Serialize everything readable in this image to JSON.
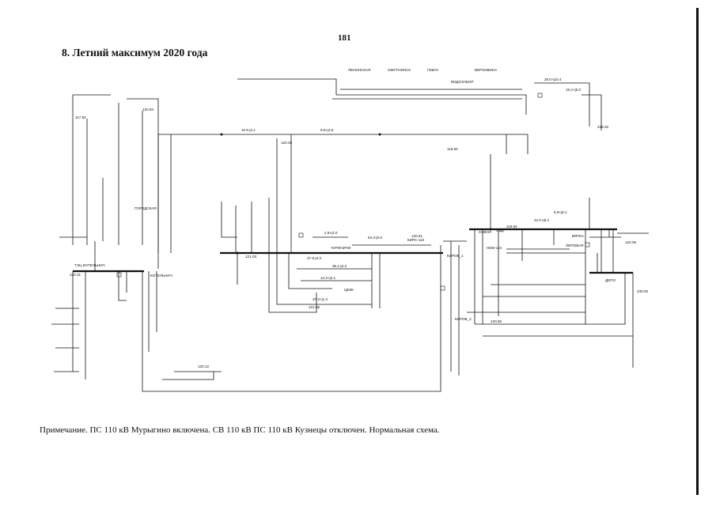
{
  "page": {
    "number": "181",
    "title": "8. Летний максимум 2020 года",
    "note": "Примечание. ПС 110 кВ Мурыгино включена. СВ 110 кВ ПС 110 кВ Кузнецы отключен. Нормальная схема."
  },
  "diagram": {
    "labels": [
      "ТЭЦ КОТЕЛЬНИЧ",
      "КОТЕЛЬНИЧ",
      "ГОРОДСКАЯ",
      "КИРС-110",
      "ЧУРИНИЧИ",
      "ЦЕКК",
      "ВЯТКА",
      "КИРОВ_2",
      "КИРОВ_1",
      "ОВД",
      "НЕМ-110",
      "ЛИПОВАЯ",
      "ДЕПО",
      "СОКОЛ",
      "ВОДОЗАБОР",
      "ГЕВАЧ",
      "ВЕРХОВИНА",
      "ОМУТНИНСК",
      "ЛЕНИНСКАЯ"
    ],
    "voltages": [
      "120.31",
      "121.03",
      "120.84",
      "120.29",
      "120.61",
      "121.05",
      "117.92",
      "119.84",
      "120.55",
      "119.64",
      "238.00",
      "239.32",
      "120.05",
      "120.12"
    ],
    "flows": [
      "2.9+j4.0",
      "27.9-j4.3",
      "64.3-j0.6",
      "36.1-j3.3",
      "14.3+j4.1",
      "37.3+j1.2",
      "5.9+j8.1",
      "8.8+j2.6",
      "10.9-j4.1",
      "42.0+j6.2",
      "18.2+j5.0",
      "28.0+j10.4"
    ]
  }
}
